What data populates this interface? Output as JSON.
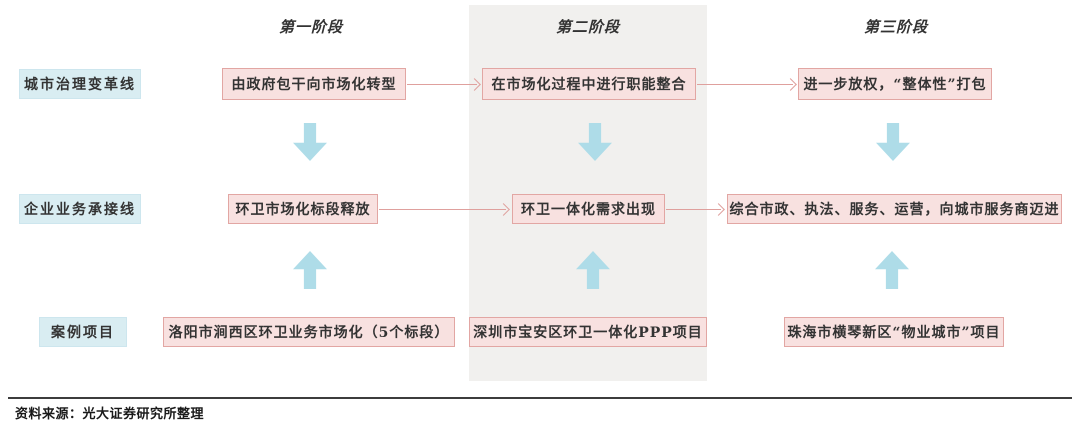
{
  "diagram": {
    "stages": [
      {
        "label": "第一阶段"
      },
      {
        "label": "第二阶段"
      },
      {
        "label": "第三阶段"
      }
    ],
    "rows": [
      {
        "label": "城市治理变革线",
        "items": [
          "由政府包干向市场化转型",
          "在市场化过程中进行职能整合",
          "进一步放权，“整体性”打包"
        ]
      },
      {
        "label": "企业业务承接线",
        "items": [
          "环卫市场化标段释放",
          "环卫一体化需求出现",
          "综合市政、执法、服务、运营，向城市服务商迈进"
        ]
      },
      {
        "label": "案例项目",
        "items": [
          "洛阳市涧西区环卫业务市场化（5个标段）",
          "深圳市宝安区环卫一体化PPP项目",
          "珠海市横琴新区“物业城市”项目"
        ]
      }
    ],
    "footer": {
      "source": "资料来源：光大证券研究所整理"
    }
  },
  "colors": {
    "pink_fill": "#f8e1e0",
    "pink_border": "#e2a6a3",
    "arrow_pink": "#dfa09d",
    "blue_fill": "#d9edf2",
    "block_blue": "#aedce8",
    "band_gray": "#f1f0ee",
    "text_dark": "#333333"
  }
}
